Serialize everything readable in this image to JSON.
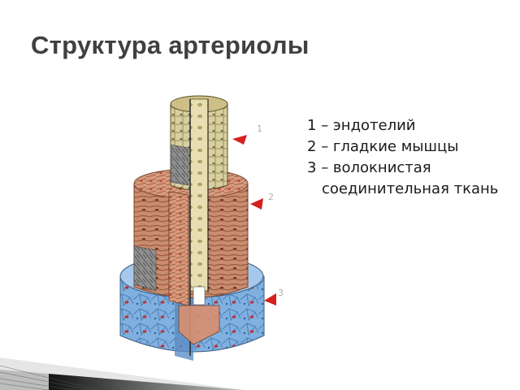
{
  "slide": {
    "title": "Структура артериолы"
  },
  "figure": {
    "marker_labels": [
      "1",
      "2",
      "3"
    ],
    "colors": {
      "endothelium": "#c9b98a",
      "smooth_muscle": "#c98a6a",
      "connective_tissue": "#7aa8d8",
      "arrow": "#d42020"
    }
  },
  "legend": {
    "items": [
      {
        "num": "1",
        "dash": "–",
        "text": "эндотелий",
        "cont": ""
      },
      {
        "num": "2",
        "dash": "–",
        "text": "гладкие мышцы",
        "cont": ""
      },
      {
        "num": "3",
        "dash": "–",
        "text": "волокнистая",
        "cont": "соединительная ткань"
      }
    ]
  }
}
